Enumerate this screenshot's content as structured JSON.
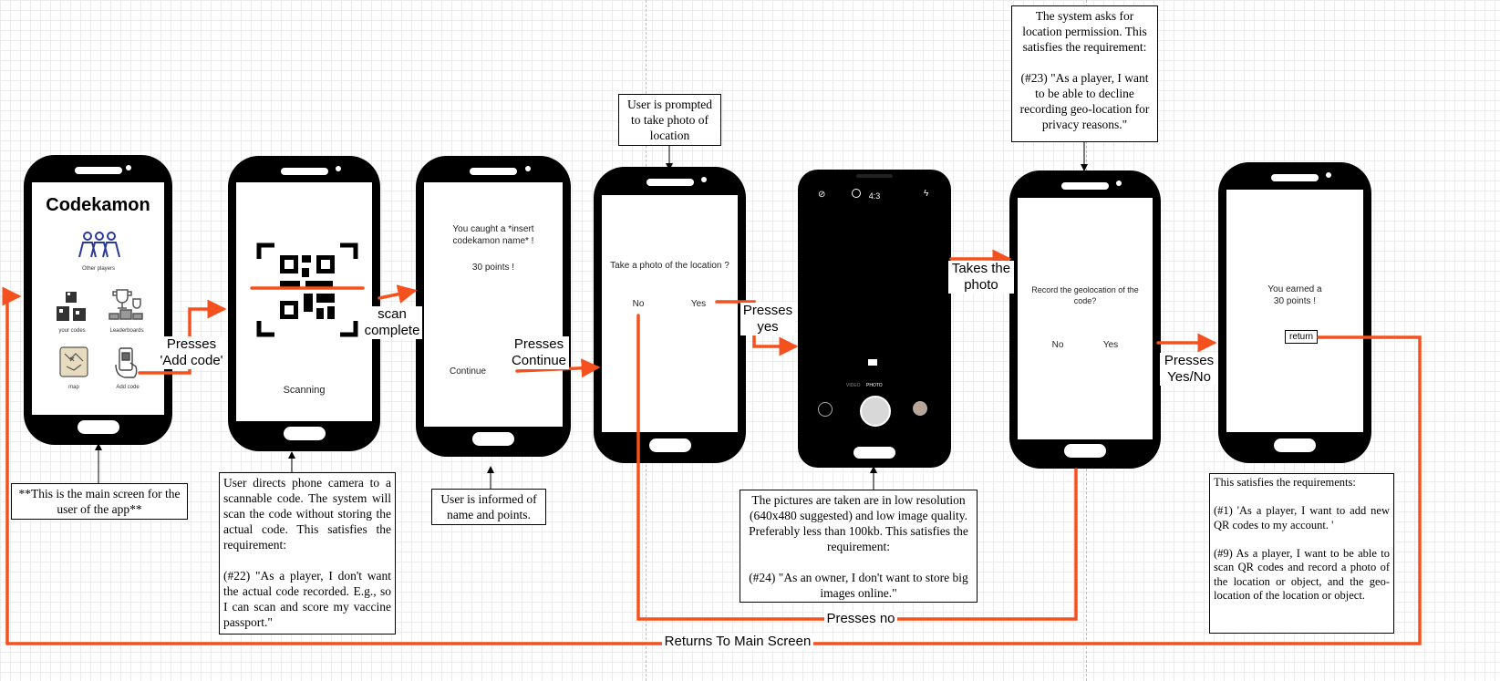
{
  "screens": {
    "main": {
      "title": "Codekamon",
      "other_players": "Other players",
      "your_codes": "your codes",
      "leaderboards": "Leaderboards",
      "map": "map",
      "add_code": "Add code"
    },
    "scan": {
      "status": "Scanning"
    },
    "caught": {
      "line1": "You caught a *insert",
      "line2": "codekamon name* !",
      "points": "30 points !",
      "continue": "Continue"
    },
    "photo_prompt": {
      "question": "Take a photo of the location ?",
      "no": "No",
      "yes": "Yes"
    },
    "camera": {
      "ratio": "4:3",
      "video": "VIDEO",
      "photo": "PHOTO"
    },
    "geo": {
      "line1": "Record the geolocation of the",
      "line2": "code?",
      "no": "No",
      "yes": "Yes"
    },
    "earned": {
      "line1": "You earned a",
      "line2": "30 points !",
      "return": "return"
    }
  },
  "edges": {
    "add_code": "Presses\n'Add code'",
    "scan_complete": "scan\ncomplete",
    "continue": "Presses\nContinue",
    "yes": "Presses\nyes",
    "takes_photo": "Takes the\nphoto",
    "yes_no": "Presses\nYes/No",
    "no": "Presses no",
    "return_main": "Returns To Main Screen"
  },
  "notes": {
    "main": "**This is the main screen for the user of the app**",
    "scan": "User directs phone camera to a scannable code. The system will scan the code without storing the actual code. This satisfies the requirement:\n\n(#22) \"As a player, I don't want the actual code recorded. E.g., so I can scan and score my vaccine passport.\"",
    "informed": "User is informed of name and points.",
    "prompted": "User is prompted to take photo of location",
    "pictures": "The pictures are taken are in low resolution (640x480 suggested) and low image quality. Preferably less than 100kb. This satisfies the requirement:\n\n(#24) \"As an owner, I don't want to store big images online.\"",
    "permission": "The system asks for location permission. This satisfies the requirement:\n\n(#23) \"As a player, I want to be able to decline recording geo-location for privacy reasons.\"",
    "requirements": "This satisfies the requirements:\n\n(#1) 'As a player, I want to add new QR codes to my account. '\n\n(#9) As a player, I want to be able to scan QR codes and record a photo of the location or object, and the geo-location of the location or object."
  },
  "colors": {
    "arrow": "#f4511e",
    "phone": "#000000"
  }
}
